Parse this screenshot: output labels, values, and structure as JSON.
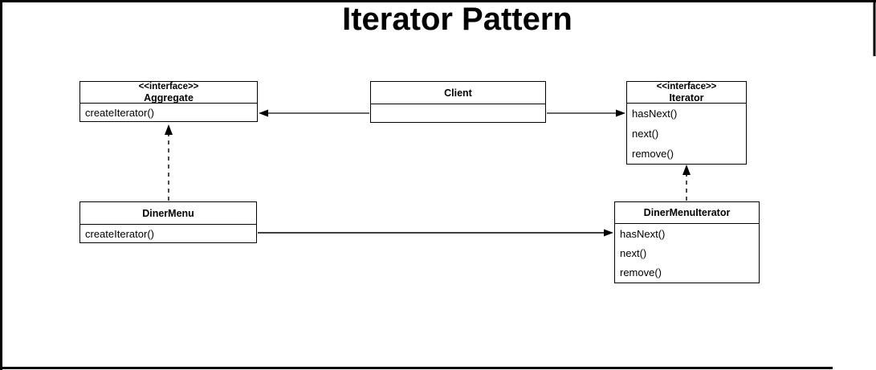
{
  "title": "Iterator Pattern",
  "colors": {
    "background": "#ffffff",
    "frame_border": "#000000",
    "box_border": "#000000",
    "text": "#000000",
    "connector_gray": "#666666",
    "connector_black": "#000000"
  },
  "classes": [
    {
      "id": "aggregate",
      "stereotype": "<<interface>>",
      "name": "Aggregate",
      "methods": [
        "createIterator()"
      ]
    },
    {
      "id": "client",
      "name": "Client",
      "methods": []
    },
    {
      "id": "iterator",
      "stereotype": "<<interface>>",
      "name": "Iterator",
      "methods": [
        "hasNext()",
        "next()",
        "remove()"
      ]
    },
    {
      "id": "diner-menu",
      "name": "DinerMenu",
      "methods": [
        "createIterator()"
      ]
    },
    {
      "id": "diner-menu-iterator",
      "name": "DinerMenuIterator",
      "methods": [
        "hasNext()",
        "next()",
        "remove()"
      ]
    }
  ],
  "relationships": [
    {
      "from": "Client",
      "to": "Aggregate",
      "type": "association",
      "line": "solid",
      "arrowhead": "filled"
    },
    {
      "from": "Client",
      "to": "Iterator",
      "type": "association",
      "line": "solid",
      "arrowhead": "filled"
    },
    {
      "from": "DinerMenu",
      "to": "Aggregate",
      "type": "realization",
      "line": "dashed",
      "arrowhead": "filled"
    },
    {
      "from": "DinerMenuIterator",
      "to": "Iterator",
      "type": "realization",
      "line": "dashed",
      "arrowhead": "filled"
    },
    {
      "from": "DinerMenu",
      "to": "DinerMenuIterator",
      "type": "association",
      "line": "solid",
      "arrowhead": "filled"
    }
  ]
}
